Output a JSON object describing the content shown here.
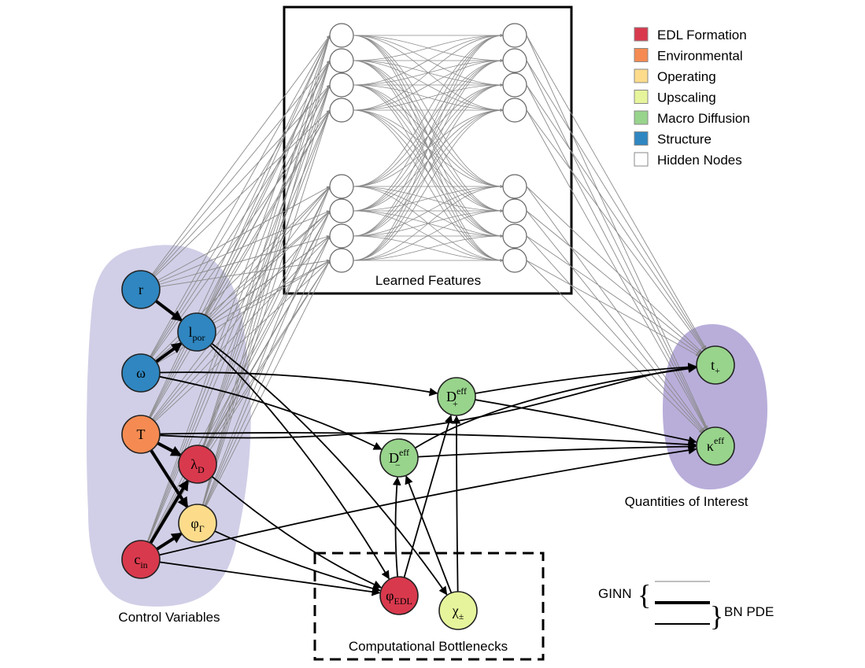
{
  "legend": [
    {
      "label": "EDL Formation",
      "color": "#d9394d"
    },
    {
      "label": "Environmental",
      "color": "#f58b52"
    },
    {
      "label": "Operating",
      "color": "#fcdc8b"
    },
    {
      "label": "Upscaling",
      "color": "#e6f59b"
    },
    {
      "label": "Macro Diffusion",
      "color": "#98d48c"
    },
    {
      "label": "Structure",
      "color": "#2f86c0"
    },
    {
      "label": "Hidden Nodes",
      "color": "#ffffff"
    }
  ],
  "regions": {
    "learned_features": "Learned Features",
    "control_variables": "Control Variables",
    "quantities_of_interest": "Quantities of Interest",
    "computational_bottlenecks": "Computational Bottlenecks"
  },
  "nodes": {
    "r": {
      "label": "r",
      "sub": "",
      "sup": ""
    },
    "lpor": {
      "label": "l",
      "sub": "por",
      "sup": ""
    },
    "omega": {
      "label": "ω",
      "sub": "",
      "sup": ""
    },
    "T": {
      "label": "T",
      "sub": "",
      "sup": ""
    },
    "lambdaD": {
      "label": "λ",
      "sub": "D",
      "sup": ""
    },
    "phiGamma": {
      "label": "φ",
      "sub": "Γ",
      "sup": ""
    },
    "cin": {
      "label": "c",
      "sub": "in",
      "sup": ""
    },
    "Dplus": {
      "label": "D",
      "sub": "+",
      "sup": "eff"
    },
    "Dminus": {
      "label": "D",
      "sub": "−",
      "sup": "eff"
    },
    "phiEDL": {
      "label": "φ",
      "sub": "EDL",
      "sup": ""
    },
    "chi": {
      "label": "χ",
      "sub": "±",
      "sup": ""
    },
    "tplus": {
      "label": "t",
      "sub": "+",
      "sup": ""
    },
    "kappa": {
      "label": "κ",
      "sub": "",
      "sup": "eff"
    }
  },
  "line_key": {
    "ginn": "GINN",
    "bn_pde": "BN PDE"
  }
}
